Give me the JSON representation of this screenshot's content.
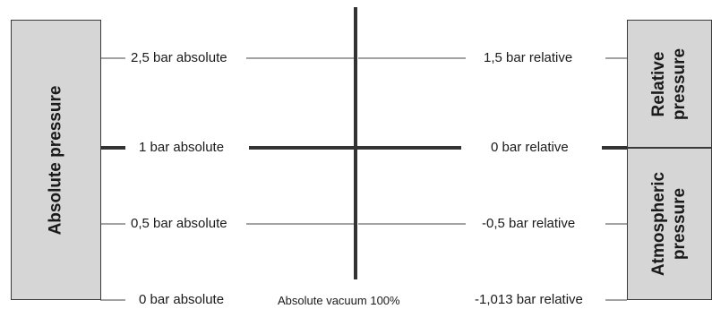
{
  "left_box": {
    "title": "Absolute pressure"
  },
  "right_boxes": {
    "top": {
      "line1": "Relative",
      "line2": "pressure"
    },
    "bottom": {
      "line1": "Atmospheric",
      "line2": "pressure"
    }
  },
  "left_labels": [
    "2,5 bar absolute",
    "1 bar absolute",
    "0,5 bar absolute",
    "0 bar absolute"
  ],
  "right_labels": [
    "1,5 bar relative",
    "0 bar relative",
    "-0,5 bar relative",
    "-1,013 bar relative"
  ],
  "center_label": "Absolute vacuum 100%"
}
